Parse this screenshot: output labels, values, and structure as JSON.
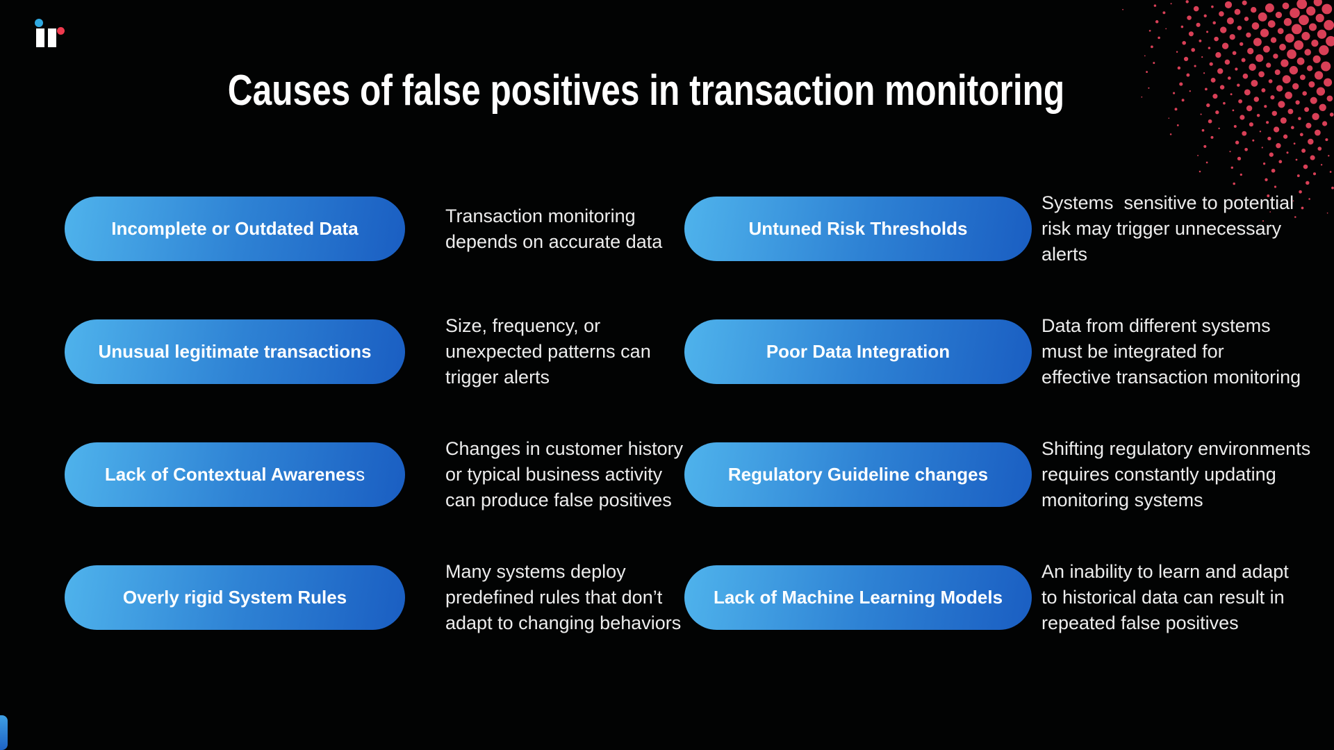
{
  "header": {
    "title": "Causes of false positives in transaction monitoring"
  },
  "colors": {
    "background": "#020303",
    "title_text": "#FFFFFF",
    "pill_text": "#FFFFFF",
    "pill_gradient_start": "#4FB3EC",
    "pill_gradient_mid": "#2E82D4",
    "pill_gradient_end": "#1A5EC2",
    "description_text": "#EDEDED",
    "dot_pattern_red": "#D94057",
    "logo_bar": "#FFFFFF",
    "logo_dot_blue": "#2FA9E1",
    "logo_dot_red": "#EF3A4E",
    "corner_accent_blue": "#2E86D7"
  },
  "items": [
    {
      "label": "Incomplete or Outdated Data",
      "description_lines": [
        "Transaction monitoring",
        "depends on accurate data"
      ]
    },
    {
      "label": "Untuned Risk Thresholds",
      "description_lines": [
        "Systems  sensitive to potential",
        "risk may trigger unnecessary",
        "alerts"
      ]
    },
    {
      "label": "Unusual legitimate transactions",
      "description_lines": [
        "Size, frequency, or",
        "unexpected patterns can",
        "trigger alerts"
      ]
    },
    {
      "label": "Poor Data Integration",
      "description_lines": [
        "Data from different systems",
        "must be integrated for",
        "effective transaction monitoring"
      ]
    },
    {
      "label": "Lack of Contextual Awarenes",
      "label_suffix": "s",
      "description_lines": [
        "Changes in customer history",
        "or typical business activity",
        "can produce false positives"
      ]
    },
    {
      "label": "Regulatory Guideline changes",
      "description_lines": [
        "Shifting regulatory environments",
        "requires constantly updating",
        "monitoring systems"
      ]
    },
    {
      "label": "Overly rigid System Rules",
      "description_lines": [
        "Many systems deploy",
        "predefined rules that don’t",
        "adapt to changing behaviors"
      ]
    },
    {
      "label": "Lack of Machine Learning Models",
      "description_lines": [
        "An inability to learn and adapt",
        "to historical data can result in",
        "repeated false positives"
      ]
    }
  ]
}
